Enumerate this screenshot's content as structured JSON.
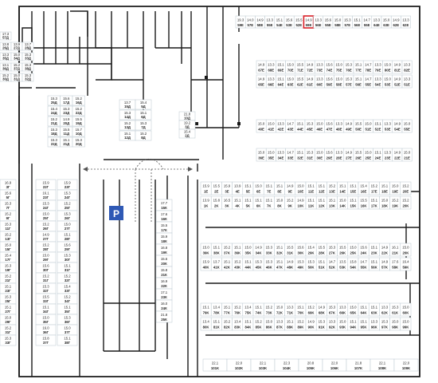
{
  "colors": {
    "wall": "#1a1a1a",
    "grid": "#b9c7cf",
    "selected": "#d81f26",
    "parking": "#2f59b5"
  },
  "parking_sign": "P",
  "selected_cell": {
    "area": "14.9",
    "code": "59E"
  },
  "blocks": [
    {
      "name": "block-top-e",
      "rows": [
        {
          "areas": [
            "19.3",
            "14.0",
            "14.9",
            "13.3",
            "15.1",
            "15.6",
            "15.5",
            "14.9",
            "13.3",
            "15.6",
            "15.0",
            "15.3",
            "15.1",
            "14.7",
            "13.3",
            "15.0",
            "14.9",
            "13.3"
          ],
          "codes": [
            "59E",
            "57E",
            "58E",
            "55E",
            "54E",
            "53E",
            "52E",
            "59E",
            "56E",
            "55E",
            "58E",
            "57E",
            "56E",
            "55E",
            "64E",
            "63E",
            "62E",
            "62E"
          ]
        }
      ]
    },
    {
      "name": "block-65e-82e",
      "rows": [
        {
          "areas": [
            "14.9",
            "13.3",
            "15.1",
            "15.0",
            "15.5",
            "14.9",
            "13.3",
            "15.6",
            "15.0",
            "15.3",
            "15.1",
            "14.7",
            "13.3",
            "15.0",
            "14.9",
            "13.3"
          ],
          "codes": [
            "67E",
            "68E",
            "69E",
            "70E",
            "71E",
            "72E",
            "73E",
            "74E",
            "75E",
            "76E",
            "77E",
            "78E",
            "79E",
            "80E",
            "81E",
            "82E"
          ]
        },
        {
          "areas": [
            "14.9",
            "13.3",
            "15.1",
            "15.0",
            "15.5",
            "14.9",
            "13.3",
            "15.6",
            "15.0",
            "15.3",
            "15.1",
            "14.7",
            "13.3",
            "15.0",
            "14.9",
            "13.3"
          ],
          "codes": [
            "65E",
            "66E",
            "64E",
            "63E",
            "62E",
            "61E",
            "60E",
            "59E",
            "58E",
            "57E",
            "56E",
            "55E",
            "54E",
            "53E",
            "52E",
            "51E"
          ]
        }
      ]
    },
    {
      "name": "block-36e-50e",
      "rows": [
        {
          "areas": [
            "15.0",
            "15.0",
            "13.3",
            "14.7",
            "15.1",
            "15.3",
            "15.0",
            "15.6",
            "13.3",
            "14.9",
            "15.5",
            "15.0",
            "15.1",
            "13.3",
            "14.9",
            "15.0"
          ],
          "codes": [
            "40E",
            "41E",
            "42E",
            "43E",
            "44E",
            "45E",
            "46E",
            "47E",
            "48E",
            "49E",
            "50E",
            "51E",
            "52E",
            "53E",
            "54E",
            "55E"
          ]
        },
        {
          "areas": [
            "15.0",
            "15.0",
            "13.3",
            "14.7",
            "15.1",
            "15.3",
            "15.0",
            "15.6",
            "13.3",
            "14.9",
            "15.5",
            "15.0",
            "15.1",
            "13.3",
            "14.9",
            "15.0"
          ],
          "codes": [
            "36E",
            "35E",
            "34E",
            "33E",
            "32E",
            "31E",
            "30E",
            "29E",
            "28E",
            "27E",
            "26E",
            "25E",
            "24E",
            "23E",
            "22E",
            "21E"
          ]
        }
      ]
    },
    {
      "name": "block-1e-21e",
      "rows": [
        {
          "areas": [
            "15.9",
            "15.5",
            "15.9",
            "13.9",
            "15.1",
            "15.0",
            "15.1",
            "15.1",
            "14.9",
            "15.0",
            "15.1",
            "15.1",
            "15.2",
            "15.1",
            "15.1",
            "15.4",
            "15.2",
            "15.1",
            "15.0",
            "15.2"
          ],
          "codes": [
            "1E",
            "2E",
            "3E",
            "4E",
            "5E",
            "6E",
            "7E",
            "8E",
            "9E",
            "10E",
            "11E",
            "12E",
            "13E",
            "14E",
            "15E",
            "16E",
            "17E",
            "18E",
            "19E",
            "20E"
          ]
        },
        {
          "areas": [
            "13.9",
            "15.8",
            "16.5",
            "15.1",
            "15.1",
            "15.1",
            "15.1",
            "15.0",
            "15.2",
            "14.9",
            "15.1",
            "15.1",
            "15.1",
            "15.0",
            "15.1",
            "15.5",
            "15.1",
            "15.0",
            "15.2",
            "15.2"
          ],
          "codes": [
            "1K",
            "2K",
            "3K",
            "4K",
            "5K",
            "6K",
            "7K",
            "8K",
            "9K",
            "10K",
            "11K",
            "12K",
            "13K",
            "14K",
            "15K",
            "16K",
            "17K",
            "18K",
            "19K",
            "20K"
          ]
        }
      ]
    },
    {
      "name": "block-20k-48k",
      "rows": [
        {
          "areas": [
            "15.0",
            "15.1",
            "15.2",
            "15.1",
            "15.0",
            "14.9",
            "15.3",
            "15.1",
            "15.5",
            "15.6",
            "15.4",
            "15.5",
            "15.3",
            "15.5",
            "15.0",
            "15.6",
            "15.1",
            "14.9",
            "16.1",
            "15.0"
          ],
          "codes": [
            "39K",
            "38K",
            "37K",
            "36K",
            "35K",
            "34K",
            "33K",
            "32K",
            "31K",
            "30K",
            "29K",
            "28K",
            "27K",
            "26K",
            "25K",
            "24K",
            "23K",
            "22K",
            "21K",
            "20K"
          ]
        },
        {
          "areas": [
            "15.9",
            "13.7",
            "15.1",
            "15.2",
            "15.1",
            "15.3",
            "15.3",
            "15.1",
            "14.9",
            "15.3",
            "15.3",
            "15.1",
            "14.7",
            "13.5",
            "15.8",
            "14.7",
            "15.1",
            "14.9",
            "17.6",
            "16.4"
          ],
          "codes": [
            "40K",
            "41K",
            "42K",
            "43K",
            "44K",
            "45K",
            "46K",
            "47K",
            "48K",
            "49K",
            "50K",
            "51K",
            "52K",
            "53K",
            "54K",
            "55K",
            "56K",
            "57K",
            "58K",
            "59K"
          ]
        }
      ]
    },
    {
      "name": "block-60k-99k",
      "rows": [
        {
          "areas": [
            "15.1",
            "13.4",
            "15.1",
            "15.2",
            "13.4",
            "15.1",
            "15.2",
            "15.0",
            "13.3",
            "15.1",
            "15.2",
            "14.9",
            "15.3",
            "13.3",
            "15.0",
            "15.1",
            "15.1",
            "13.3",
            "15.3",
            "15.0"
          ],
          "codes": [
            "79K",
            "78K",
            "77K",
            "76K",
            "75K",
            "74K",
            "73K",
            "72K",
            "71K",
            "70K",
            "69K",
            "68K",
            "67K",
            "66K",
            "65K",
            "64K",
            "63K",
            "62K",
            "61K",
            "60K"
          ]
        },
        {
          "areas": [
            "13.4",
            "15.1",
            "15.2",
            "13.4",
            "15.1",
            "15.2",
            "15.0",
            "13.3",
            "15.1",
            "15.2",
            "14.9",
            "15.3",
            "13.3",
            "15.0",
            "15.1",
            "15.1",
            "13.3",
            "15.3",
            "15.0",
            "15.0"
          ],
          "codes": [
            "80K",
            "81K",
            "82K",
            "83K",
            "84K",
            "85K",
            "86K",
            "87K",
            "88K",
            "89K",
            "90K",
            "91K",
            "92K",
            "93K",
            "94K",
            "95K",
            "96K",
            "97K",
            "98K",
            "99K"
          ]
        }
      ]
    },
    {
      "name": "block-bottom-large",
      "rows": [
        {
          "areas": [
            "22.1",
            "22.0",
            "22.1",
            "22.3",
            "20.8",
            "22.0",
            "21.8",
            "22.1",
            "22.0"
          ],
          "codes": [
            "101K",
            "102K",
            "103K",
            "104K",
            "105K",
            "106K",
            "107K",
            "108K",
            "109K"
          ]
        }
      ]
    },
    {
      "name": "block-left-d",
      "rows": [
        {
          "areas": [
            "17.3"
          ],
          "codes": [
            "57Д"
          ]
        },
        {
          "areas": [
            "13.8",
            "13.9",
            "13.7"
          ],
          "codes": [
            "26Д",
            "27Д",
            "28Д"
          ]
        },
        {
          "areas": [
            "13.3",
            "15.0",
            "15.3"
          ],
          "codes": [
            "35Д",
            "34Д",
            "33Д"
          ]
        },
        {
          "areas": [
            "13.1",
            "15.2",
            "15.3"
          ],
          "codes": [
            "36Д",
            "37Д",
            "38Д"
          ]
        },
        {
          "areas": [
            "15.2",
            "15.0",
            "15.3"
          ],
          "codes": [
            "30Д",
            "31Д",
            "32Д"
          ]
        }
      ]
    },
    {
      "name": "block-center-d",
      "rows": [
        {
          "areas": [
            "15.3",
            "15.6",
            "15.2"
          ],
          "codes": [
            "25Д",
            "17Д",
            "16Д"
          ]
        },
        {
          "areas": [
            "15.4",
            "15.3",
            "15.2"
          ],
          "codes": [
            "24Д",
            "23Д",
            "22Д"
          ]
        },
        {
          "areas": [
            "15.2",
            "14.9",
            "15.5"
          ],
          "codes": [
            "21Д",
            "20Д",
            "19Д"
          ]
        },
        {
          "areas": [
            "15.3",
            "15.5",
            "15.7"
          ],
          "codes": [
            "18Д",
            "11Д",
            "10Д"
          ]
        },
        {
          "areas": [
            "15.3",
            "15.1",
            "15.3"
          ],
          "codes": [
            "22Д",
            "21Д",
            "20Д"
          ]
        }
      ]
    },
    {
      "name": "block-right-d",
      "rows": [
        {
          "areas": [
            "13.7",
            "15.4"
          ],
          "codes": [
            "15Д",
            "5Д"
          ]
        },
        {
          "areas": [
            "15.3",
            "15.1"
          ],
          "codes": [
            "14Д",
            "6Д"
          ]
        },
        {
          "areas": [
            "15.2",
            "15.3"
          ],
          "codes": [
            "13Д",
            "7Д"
          ]
        },
        {
          "areas": [
            "15.1",
            "15.2"
          ],
          "codes": [
            "12Д",
            "8Д"
          ]
        }
      ]
    },
    {
      "name": "block-d-small",
      "rows": [
        {
          "areas": [
            "21.8",
            "19.2",
            "15.4"
          ],
          "codes": [
            "10Д",
            "3Д",
            "2Д"
          ]
        }
      ]
    },
    {
      "name": "block-left-e",
      "rows": [
        {
          "areas": [
            "16.9",
            "15.6",
            "15.3",
            "15.2",
            "15.3",
            "15.2",
            "15.0",
            "15.4",
            "15.3",
            "15.2",
            "15.1",
            "15.3",
            "15.1",
            "15.0",
            "15.2",
            "15.3"
          ],
          "codes": [
            "3Г",
            "5Г",
            "7Г",
            "9Г",
            "11Г",
            "13Г",
            "15Г",
            "17Г",
            "19Г",
            "21Г",
            "23Г",
            "25Г",
            "27Г",
            "29Г",
            "31Г",
            "33Г"
          ]
        }
      ]
    },
    {
      "name": "block-mid-g",
      "rows": [
        {
          "areas": [
            "15.9",
            "16.1",
            "15.3",
            "15.0",
            "15.2",
            "14.9",
            "15.2",
            "15.0",
            "15.6",
            "15.2",
            "15.3",
            "15.5",
            "15.1",
            "15.0",
            "16.0",
            "15.8"
          ],
          "codes": [
            "22Г",
            "23Г",
            "24Г",
            "25Г",
            "26Г",
            "27Г",
            "28Г",
            "29Г",
            "30Г",
            "31Г",
            "32Г",
            "33Г",
            "34Г",
            "35Г",
            "36Г",
            "37Г"
          ]
        },
        {
          "areas": [
            "15.9",
            "15.3",
            "15.2",
            "15.3",
            "15.0",
            "15.1",
            "15.6",
            "15.3",
            "15.1",
            "15.2",
            "15.4",
            "15.2",
            "15.1",
            "15.3",
            "15.0",
            "15.1"
          ],
          "codes": [
            "23Г",
            "24Г",
            "25Г",
            "26Г",
            "27Г",
            "28Г",
            "29Г",
            "30Г",
            "31Г",
            "32Г",
            "33Г",
            "34Г",
            "35Г",
            "36Г",
            "37Г",
            "38Г"
          ]
        }
      ]
    },
    {
      "name": "block-g-column",
      "rows": [
        {
          "areas": [
            "17.7",
            "17.6",
            "15.5",
            "15.9",
            "16.8",
            "15.6",
            "15.8",
            "16.9",
            "17.1",
            "16.0",
            "21.8"
          ],
          "codes": [
            "15К",
            "16К",
            "17К",
            "18К",
            "19К",
            "20К",
            "21К",
            "22К",
            "23К",
            "24К",
            "25К"
          ]
        }
      ]
    }
  ]
}
